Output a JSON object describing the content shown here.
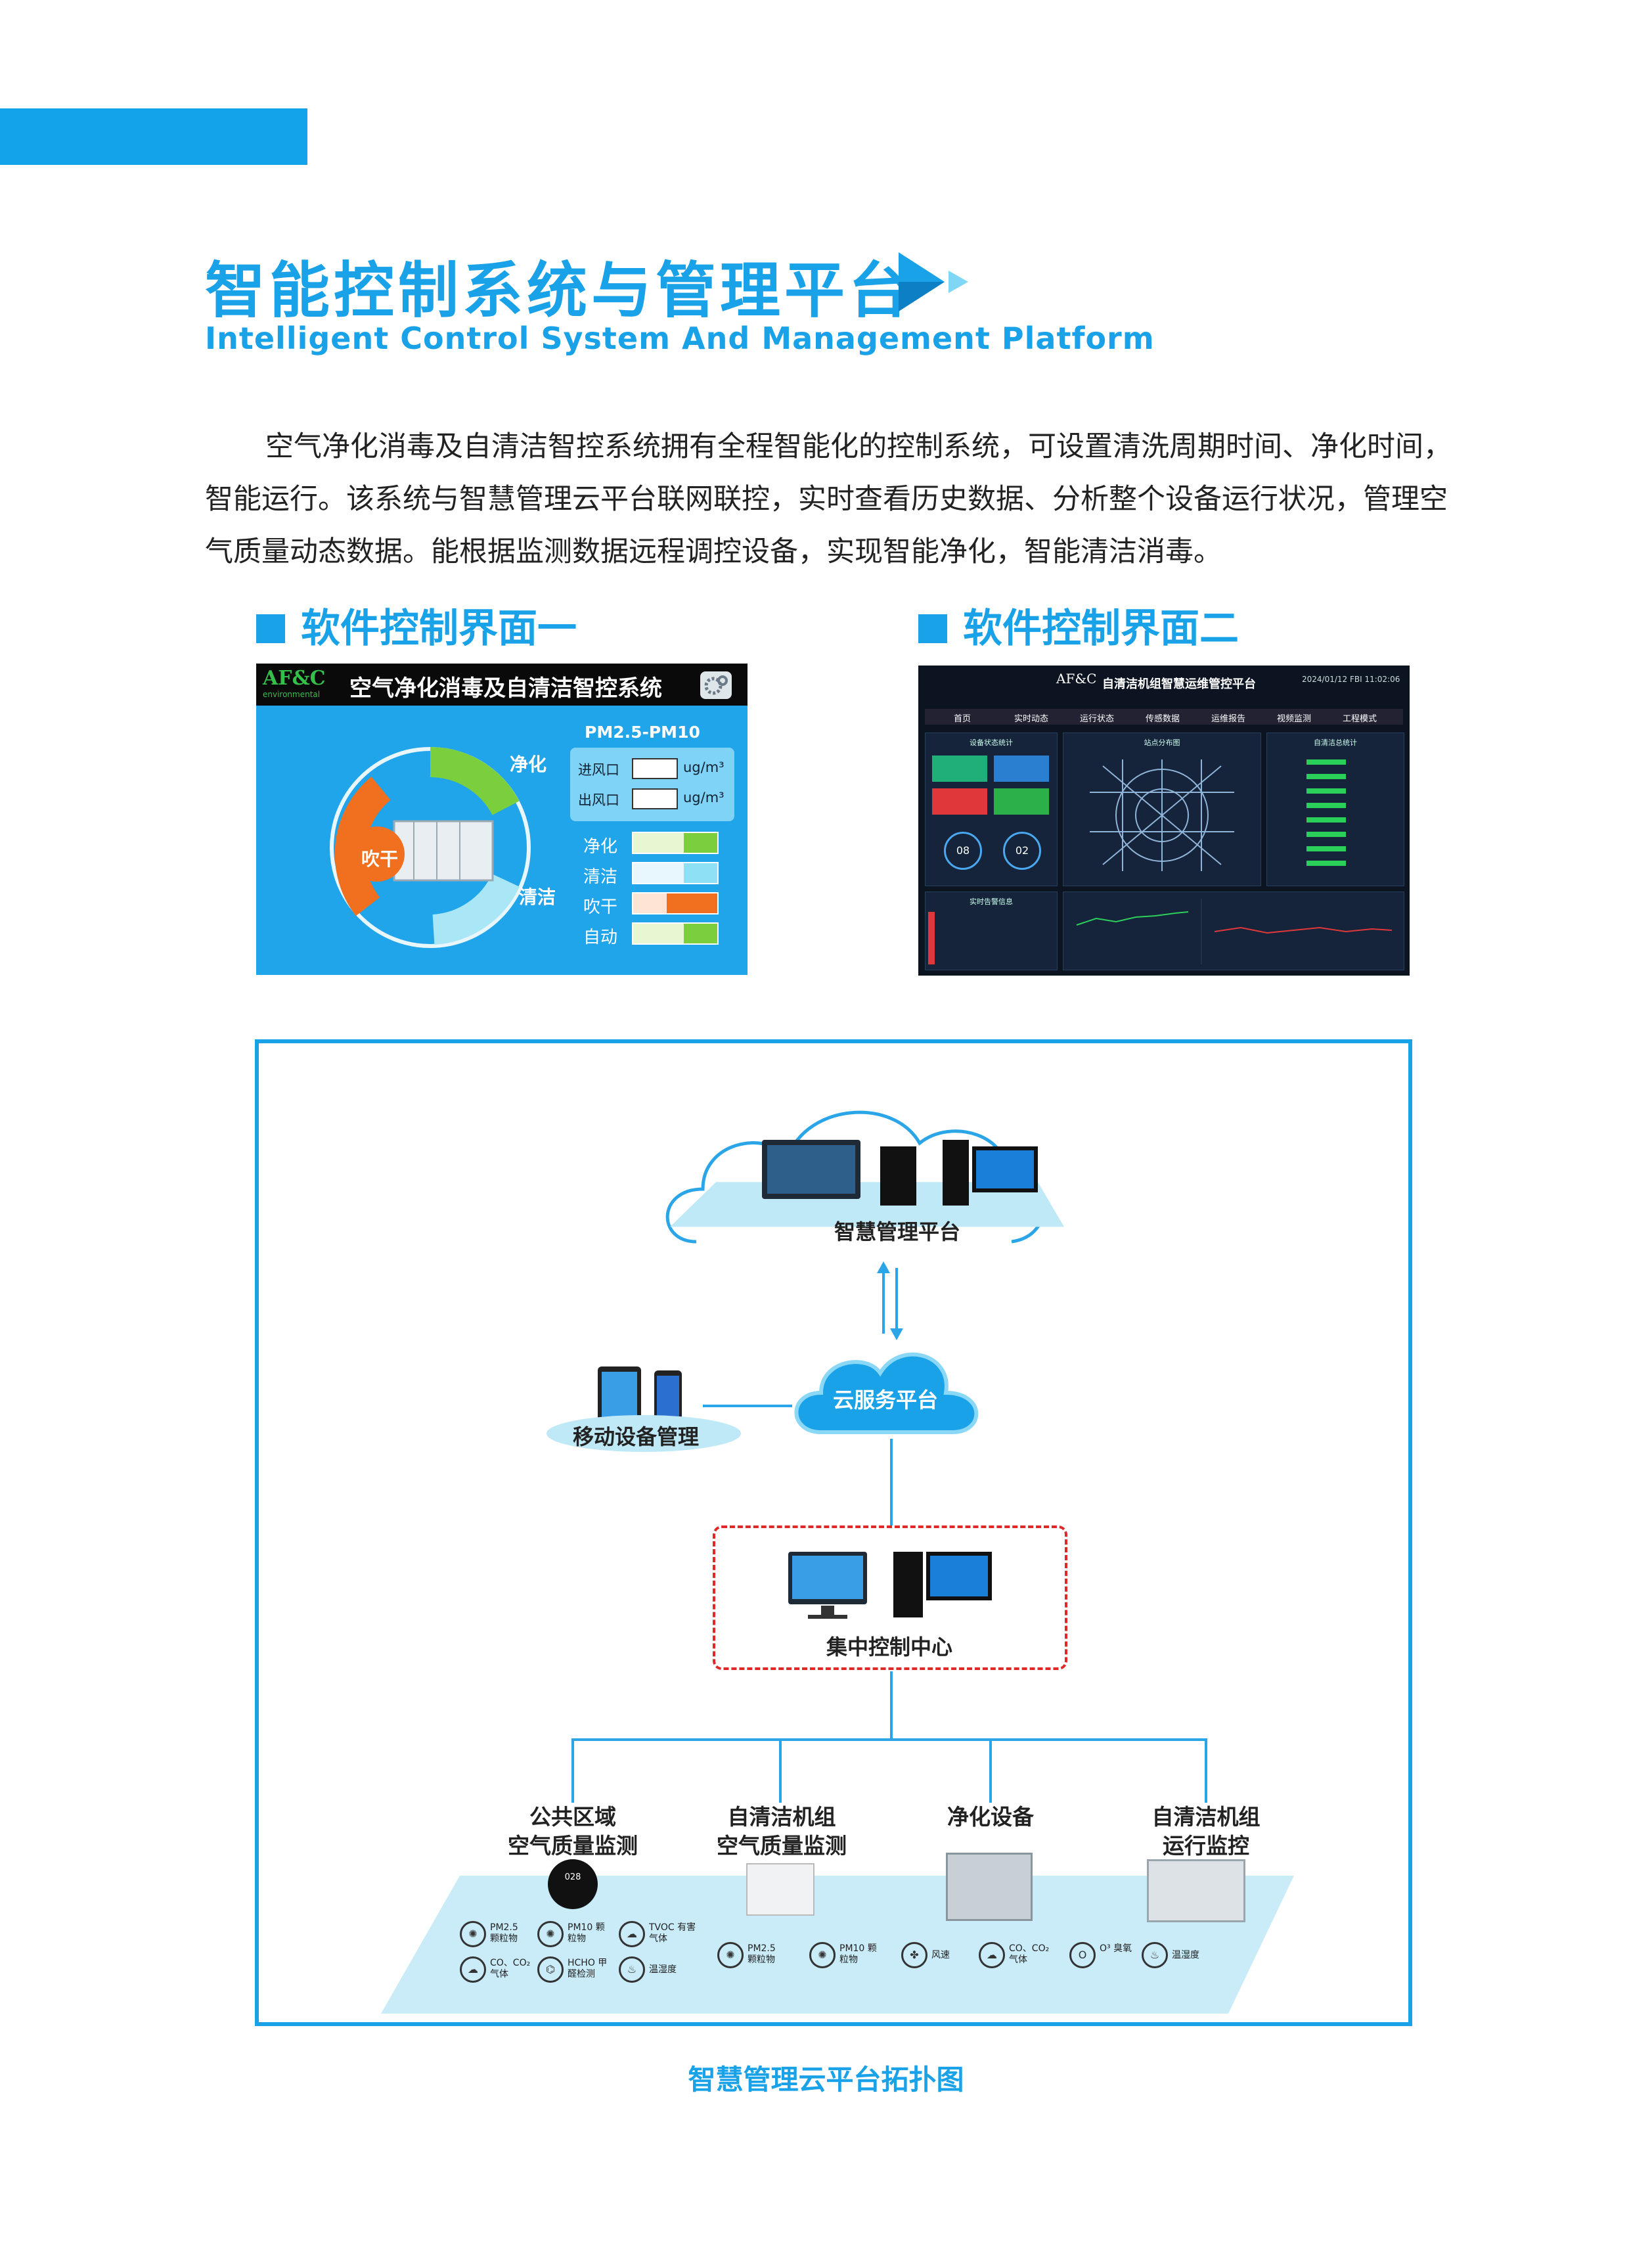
{
  "header": {
    "title_zh": "智能控制系统与管理平台",
    "title_en": "Intelligent Control System And Management Platform"
  },
  "intro": {
    "paragraph": "空气净化消毒及自清洁智控系统拥有全程智能化的控制系统，可设置清洗周期时间、净化时间，智能运行。该系统与智慧管理云平台联网联控，实时查看历史数据、分析整个设备运行状况，管理空气质量动态数据。能根据监测数据远程调控设备，实现智能净化，智能清洁消毒。"
  },
  "sections": {
    "ui1_title": "软件控制界面一",
    "ui2_title": "软件控制界面二"
  },
  "ui1": {
    "logo": "AF&C",
    "logo_sub": "environmental",
    "title": "空气净化消毒及自清洁智控系统",
    "pm_label": "PM2.5-PM10",
    "inlet": "进风口",
    "outlet": "出风口",
    "unit": "ug/m³",
    "ring_labels": [
      "净化",
      "吹干",
      "清洁"
    ],
    "modes": [
      "净化",
      "清洁",
      "吹干",
      "自动"
    ],
    "colors": {
      "purify": "#7ccf3c",
      "clean": "#8ee0f5",
      "dry": "#f07020",
      "auto": "#7ccf3c"
    }
  },
  "ui2": {
    "logo": "AF&C",
    "title": "自清洁机组智慧运维管控平台",
    "time": "2024/01/12 FBI 11:02:06",
    "menu": [
      "首页",
      "实时动态",
      "运行状态",
      "传感数据",
      "运维报告",
      "视频监测",
      "工程模式"
    ],
    "panels": [
      "设备状态统计",
      "站点分布图",
      "自清洁总统计",
      "实时告警信息"
    ],
    "stats": [
      "08",
      "02"
    ]
  },
  "topology": {
    "platform": "智慧管理平台",
    "cloud": "云服务平台",
    "mobile": "移动设备管理",
    "center": "集中控制中心",
    "devices": [
      {
        "line1": "公共区域",
        "line2": "空气质量监测"
      },
      {
        "line1": "自清洁机组",
        "line2": "空气质量监测"
      },
      {
        "line1": "净化设备",
        "line2": ""
      },
      {
        "line1": "自清洁机组",
        "line2": "运行监控"
      }
    ],
    "sensors_left": [
      "PM2.5 颗粒物",
      "PM10 颗粒物",
      "TVOC 有害气体",
      "CO、CO₂气体",
      "HCHO 甲醛检测",
      "温湿度"
    ],
    "sensors_right": [
      "PM2.5 颗粒物",
      "PM10 颗粒物",
      "风速",
      "CO、CO₂气体",
      "O³ 臭氧",
      "温湿度"
    ],
    "display_reading": "028"
  },
  "caption": "智慧管理云平台拓扑图"
}
